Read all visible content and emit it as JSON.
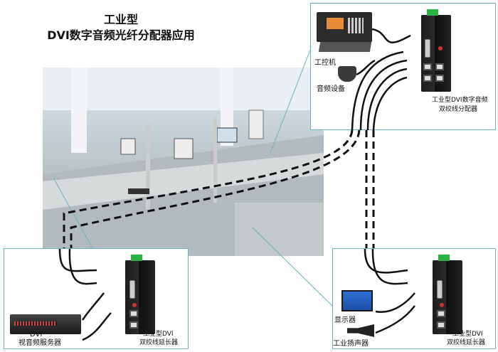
{
  "title": {
    "line1": "工业型",
    "line2": "DVI数字音频光纤分配器应用"
  },
  "top_box": {
    "ipc_label": "工控机",
    "audio_label": "音频设备",
    "splitter_label_line1": "工业型DVI数字音频",
    "splitter_label_line2": "双绞线分配器"
  },
  "bottom_left_box": {
    "server_label_line1": "DVI",
    "server_label_line2": "视音频服务器",
    "extender_label_line1": "工业型DVI",
    "extender_label_line2": "双绞线延长器"
  },
  "bottom_right_box": {
    "monitor_label": "显示器",
    "speaker_label": "工业扬声器",
    "extender_label_line1": "工业型DVI",
    "extender_label_line2": "双绞线延长器"
  },
  "colors": {
    "box_border": "#6fb3bd",
    "terminal": "#2bb34a"
  }
}
